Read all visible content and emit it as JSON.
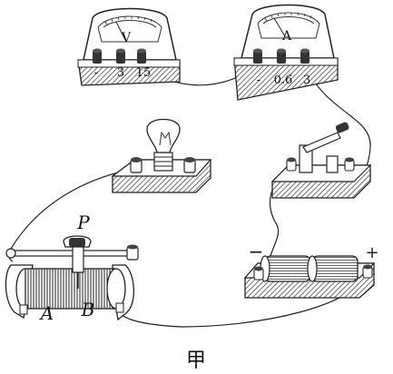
{
  "voltmeter": {
    "symbol": "V",
    "terminals": [
      "-",
      "3",
      "15"
    ]
  },
  "ammeter": {
    "symbol": "A",
    "terminals": [
      "-",
      "0.6",
      "3"
    ]
  },
  "rheostat": {
    "slider_label": "P",
    "end_a_label": "A",
    "end_b_label": "B"
  },
  "battery": {
    "negative_label": "−",
    "positive_label": "+"
  },
  "caption": "甲"
}
